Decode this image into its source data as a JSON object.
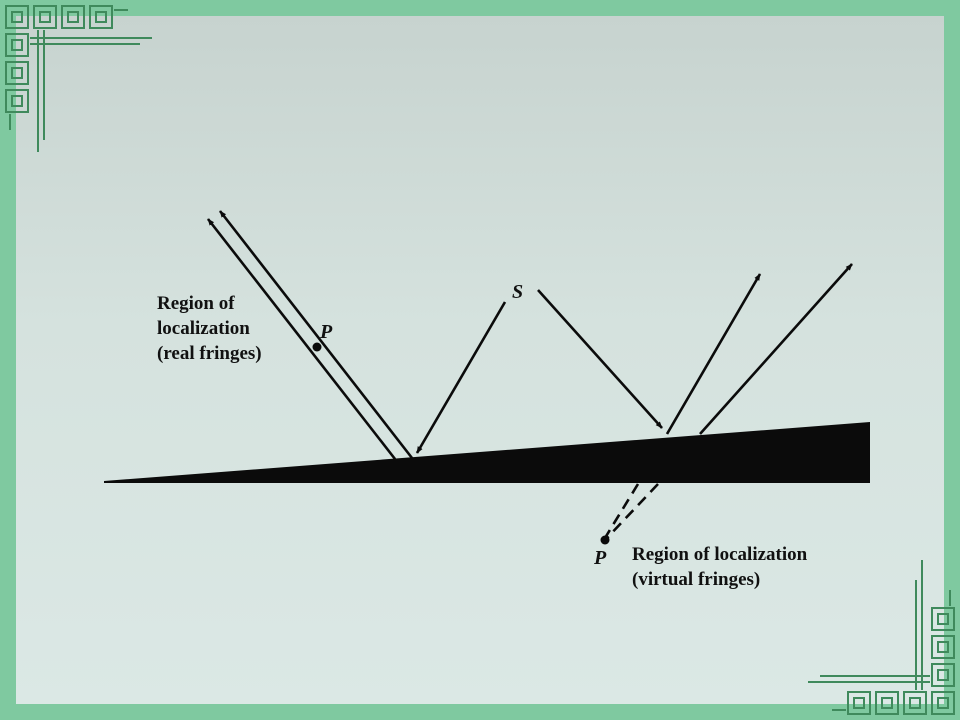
{
  "labels": {
    "real_region": [
      "Region of",
      "localization",
      "(real fringes)"
    ],
    "virtual_region": [
      "Region of localization",
      "(virtual fringes)"
    ],
    "source": "S",
    "point_real": "P",
    "point_virtual": "P"
  },
  "colors": {
    "frame_green": "#7fc9a0",
    "ornament_green": "#3f8a5c",
    "ink": "#0b0b0b"
  }
}
